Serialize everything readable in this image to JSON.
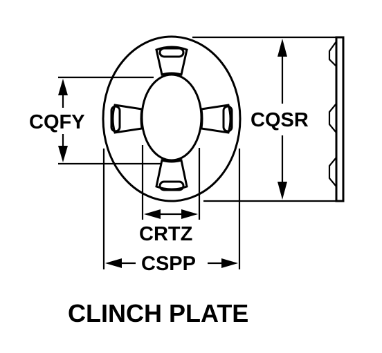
{
  "dimensions": {
    "height_outer": "CQSR",
    "height_inner": "CQFY",
    "width_inner": "CRTZ",
    "width_outer": "CSPP"
  },
  "title": "CLINCH PLATE"
}
